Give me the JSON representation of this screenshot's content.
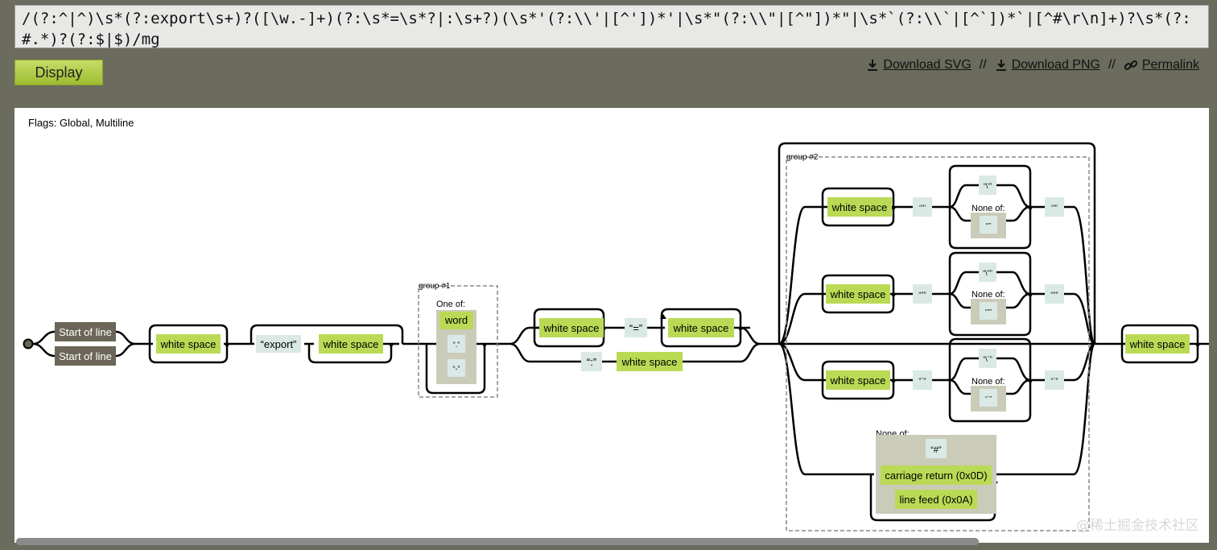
{
  "regex_input": "/(?:^|^)\\s*(?:export\\s+)?([\\w.-]+)(?:\\s*=\\s*?|:\\s+?)(\\s*'(?:\\\\'|[^'])*'|\\s*\"(?:\\\\\"|[^\"])*\"|\\s*`(?:\\\\`|[^`])*`|[^#\\r\\n]+)?\\s*(?:#.*)?(?:$|$)/mg",
  "display_button": "Display",
  "links": {
    "download_svg": "Download SVG",
    "download_png": "Download PNG",
    "permalink": "Permalink",
    "separator": "//"
  },
  "flags": "Flags: Global, Multiline",
  "diagram": {
    "start_of_line": "Start of line",
    "white_space": "white space",
    "export_literal": "“export”",
    "group1_label": "group #1",
    "group2_label": "group #2",
    "one_of": "One of:",
    "none_of": "None of:",
    "word": "word",
    "dot_char": "“.”",
    "dash_char": "“-”",
    "equals_char": "“=”",
    "colon_char": "“:”",
    "single_quote": "“'”",
    "escaped_single_quote": "“\\'”",
    "double_quote": "“\"”",
    "escaped_double_quote": "“\\\"”",
    "backtick": "“`”",
    "escaped_backtick": "“\\`”",
    "hash_char": "“#”",
    "carriage_return": "carriage return (0x0D)",
    "line_feed": "line feed (0x0A)"
  },
  "watermark": "@稀土掘金技术社区",
  "colors": {
    "page_bg": "#6b6b5e",
    "green_box": "#bada55",
    "gray_box": "#6b6659",
    "literal_box": "#dae9e5",
    "charset_box": "#cbcbba"
  }
}
